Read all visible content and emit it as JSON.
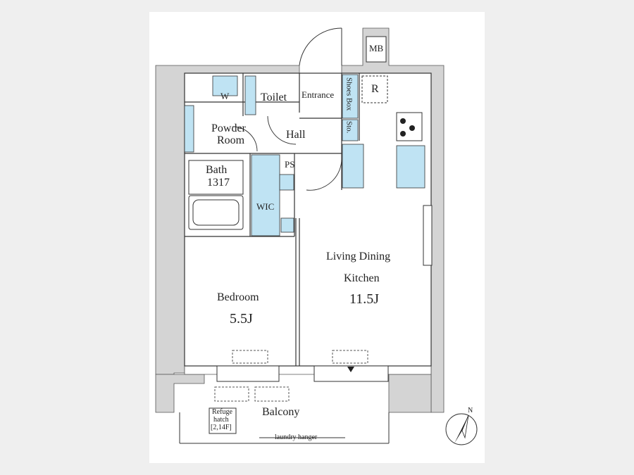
{
  "rooms": {
    "mb": "MB",
    "washer": "W",
    "toilet": "Toilet",
    "entrance": "Entrance",
    "shoes_box": "Shoes Box",
    "refrigerator": "R",
    "storage": "Sto.",
    "powder_room": [
      "Powder",
      "Room"
    ],
    "hall": "Hall",
    "ps": "PS",
    "bath": [
      "Bath",
      "1317"
    ],
    "wic": "WIC",
    "ldk": [
      "Living Dining",
      "Kitchen",
      "11.5J"
    ],
    "bedroom": [
      "Bedroom",
      "5.5J"
    ],
    "balcony": "Balcony",
    "refuge_hatch": [
      "Refuge",
      "hatch",
      "[2,14F]"
    ],
    "laundry_hanger": "laundry hanger"
  },
  "compass": {
    "north_label": "N"
  },
  "colors": {
    "wall": "#d4d4d4",
    "fixture": "#bfe3f3",
    "line": "#333333"
  }
}
